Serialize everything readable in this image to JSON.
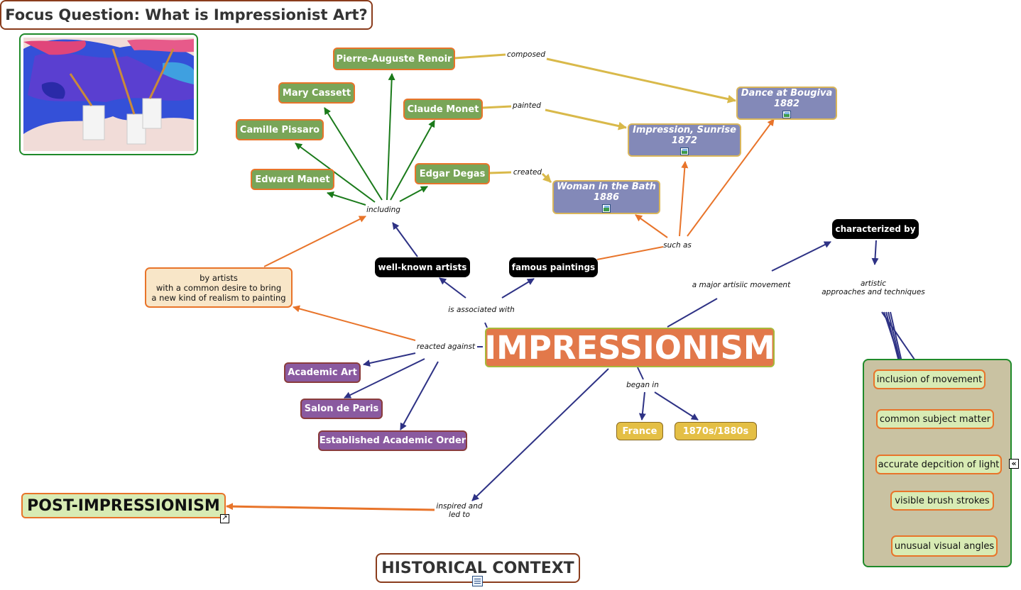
{
  "focus_question": "Focus Question:  What is Impressionist Art?",
  "central": "IMPRESSIONISM",
  "post_impressionism": "POST-IMPRESSIONISM",
  "historical_context": "HISTORICAL CONTEXT",
  "artists": [
    "Pierre-Auguste Renoir",
    "Mary Cassett",
    "Claude Monet",
    "Camille Pissaro",
    "Edgar Degas",
    "Edward Manet"
  ],
  "paintings": [
    {
      "title": "Dance at Bougiva",
      "year": "1882"
    },
    {
      "title": "Impression, Sunrise",
      "year": "1872"
    },
    {
      "title": "Woman in the Bath",
      "year": "1886"
    }
  ],
  "black_nodes": {
    "well_known_artists": "well-known artists",
    "famous_paintings": "famous paintings",
    "characterized_by": "characterized by"
  },
  "by_artists": "by artists\nwith a common desire to bring\na new kind of realism to painting",
  "reacted_against": [
    "Academic Art",
    "Salon de Paris",
    "Established Academic Order"
  ],
  "began_in": [
    "France",
    "1870s/1880s"
  ],
  "techniques": [
    "inclusion of movement",
    "common subject matter",
    "accurate depcition of light",
    "visible brush strokes",
    "unusual visual angles"
  ],
  "link_labels": {
    "composed": "composed",
    "painted": "painted",
    "created": "created",
    "including": "including",
    "such_as": "such as",
    "is_associated_with": "is associated with",
    "reacted_against": "reacted against",
    "began_in": "began in",
    "a_major_movement": "a major artisiic movement",
    "artistic": "artistic\napproaches and techniques",
    "inspired": "inspired and\nled to"
  },
  "colors": {
    "green_arrow": "#1a7a1a",
    "navy_arrow": "#2e3285",
    "orange_arrow": "#e8742a",
    "gold_arrow": "#d9b94a"
  },
  "icons": [
    "image-icon",
    "shortcut-icon",
    "document-icon",
    "collapse-icon"
  ]
}
